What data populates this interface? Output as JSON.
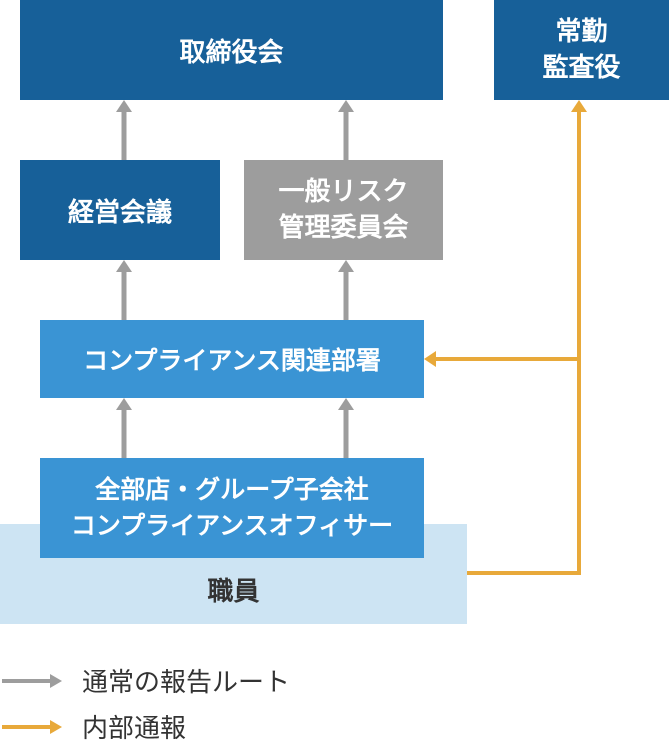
{
  "boxes": {
    "board": "取締役会",
    "auditor_line1": "常勤",
    "auditor_line2": "監査役",
    "management_meeting": "経営会議",
    "risk_line1": "一般リスク",
    "risk_line2": "管理委員会",
    "compliance_dept": "コンプライアンス関連部署",
    "officers_line1": "全部店・グループ子会社",
    "officers_line2": "コンプライアンスオフィサー",
    "staff": "職員"
  },
  "legend": {
    "normal_route": "通常の報告ルート",
    "internal_report": "内部通報"
  },
  "colors": {
    "dark_blue": "#176099",
    "grey": "#9d9d9d",
    "mid_blue": "#3a94d4",
    "light_blue": "#cde4f3",
    "grey_arrow": "#9d9d9d",
    "orange_arrow": "#e8a93a"
  }
}
